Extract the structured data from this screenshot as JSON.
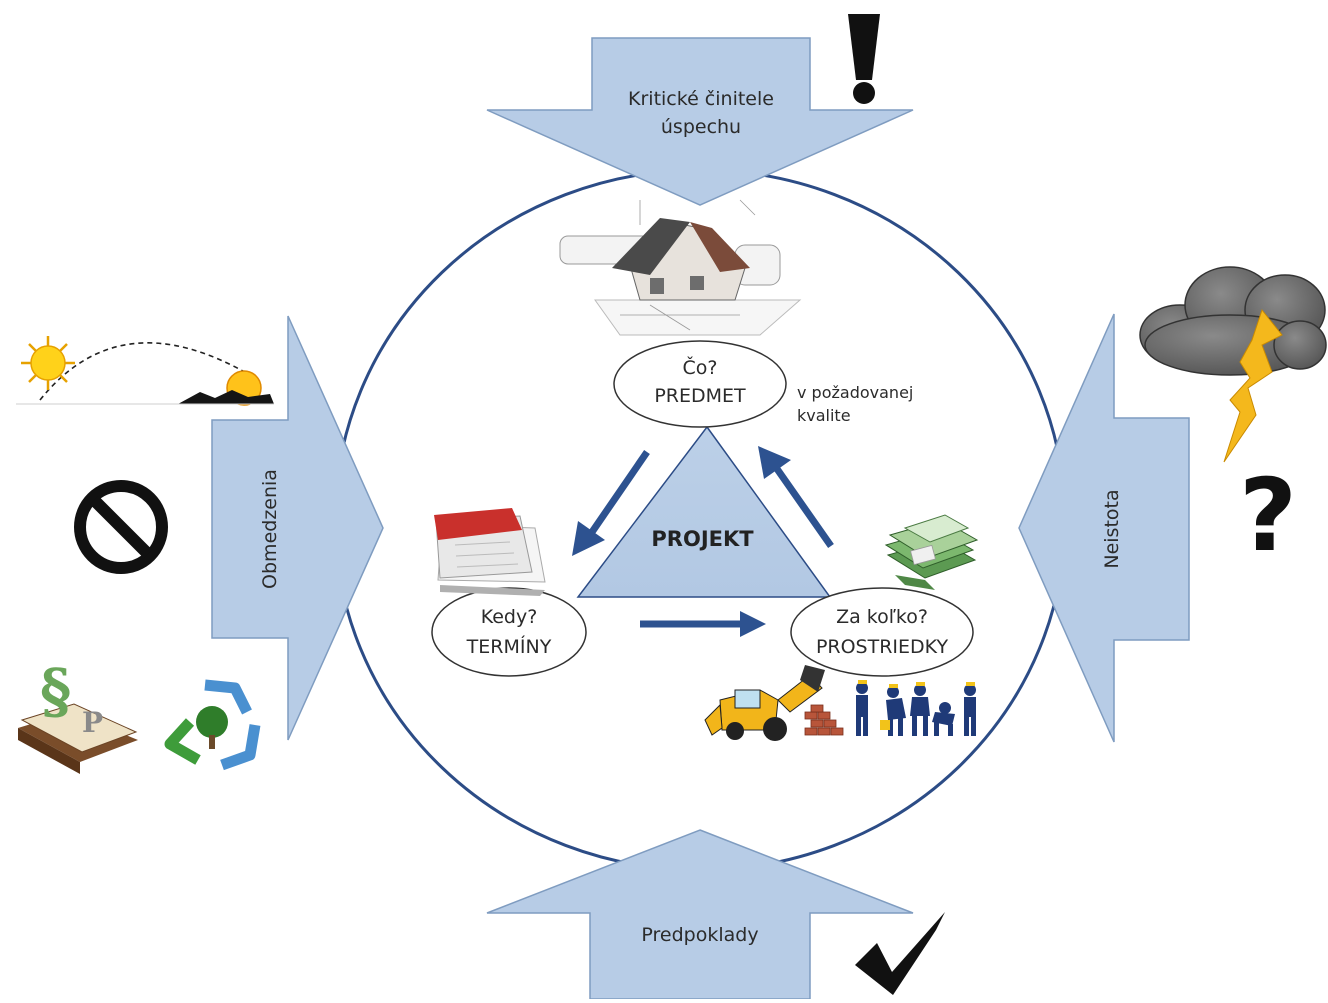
{
  "arrows": {
    "top": "Kritické činitele\núspechu",
    "left": "Obmedzenia",
    "right": "Neistota",
    "bottom": "Predpoklady"
  },
  "center": {
    "label": "PROJEKT"
  },
  "nodes": {
    "subject": {
      "question": "Čo?",
      "name": "PREDMET",
      "note": "v požadovanej\nkvalite"
    },
    "time": {
      "question": "Kedy?",
      "name": "TERMÍNY"
    },
    "resources": {
      "question": "Za koľko?",
      "name": "PROSTRIEDKY"
    }
  },
  "icons": {
    "top_right": "exclamation-icon",
    "left_top": "sun-trajectory-icon",
    "left_middle": "prohibition-icon",
    "left_bottom_a": "law-book-icon",
    "left_bottom_b": "recycle-icon",
    "right_top": "storm-cloud-icon",
    "right_middle": "question-icon",
    "bottom_right": "checkmark-icon",
    "subject": "house-blueprint-icon",
    "time": "calendar-icon",
    "resources_top": "money-stack-icon",
    "resources_bottom": "workers-machinery-icon"
  },
  "colors": {
    "arrow_fill": "#b7cce6",
    "arrow_stroke": "#7f9cc0",
    "circle_stroke": "#2c4c86",
    "flow_arrow": "#2d5290",
    "triangle_fill": "#b7cce6"
  }
}
